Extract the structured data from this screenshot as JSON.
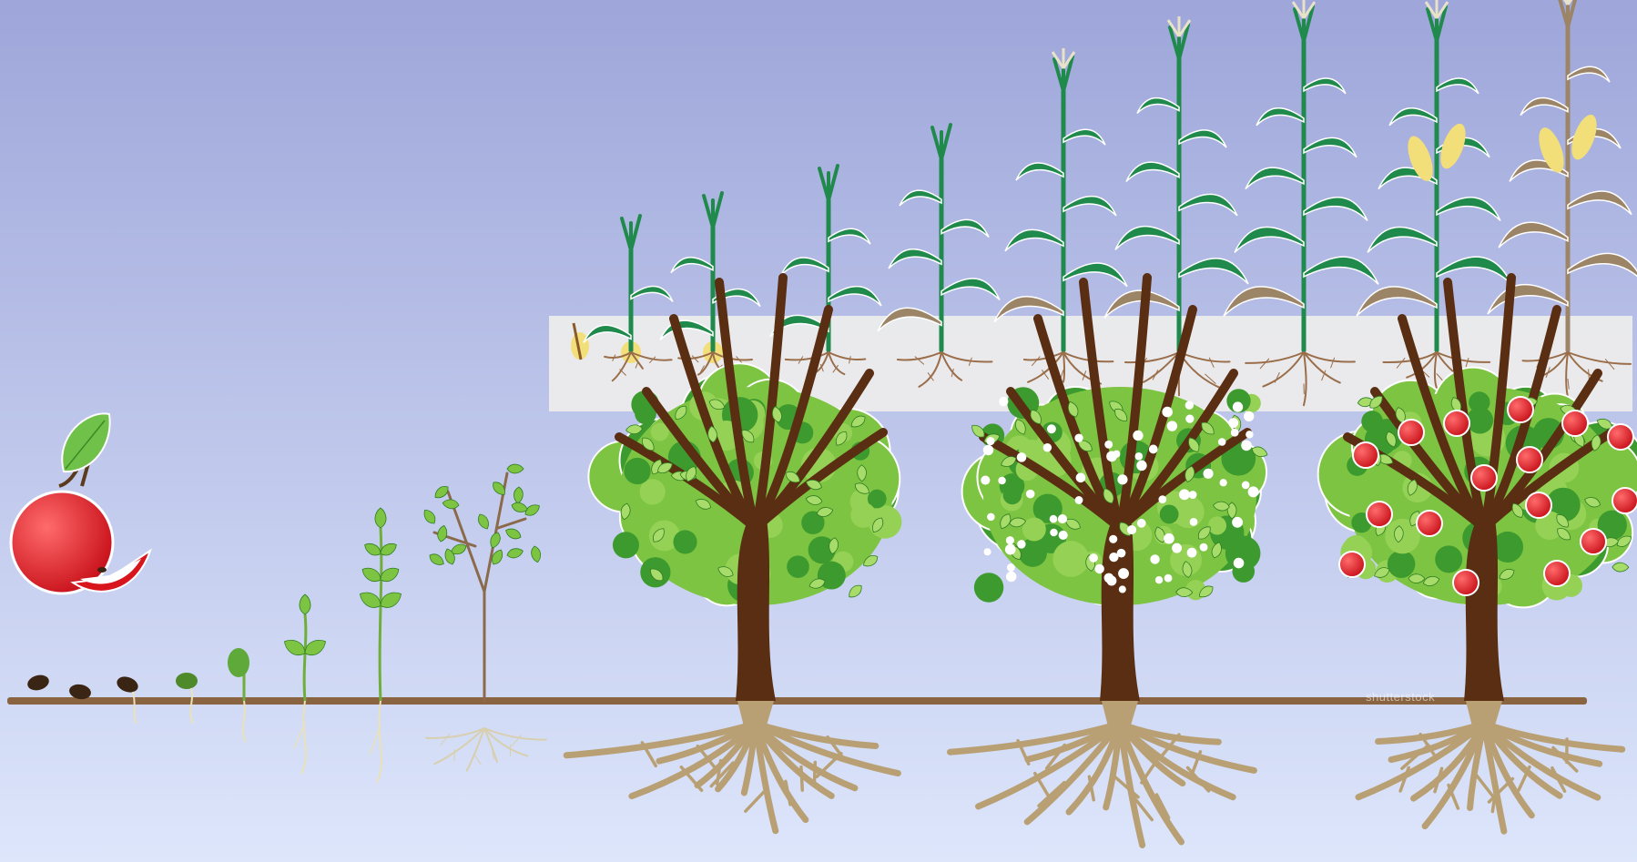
{
  "scene": {
    "title": "",
    "background": {
      "top": "#9ea6da",
      "bottom": "#dde6fb"
    },
    "soil_line_color": "#8a6441",
    "soil_band_color": "#ececec"
  },
  "colors": {
    "apple_red": "#e8232b",
    "leaf_green": "#7cc441",
    "leaf_dark": "#3d9a2e",
    "trunk_brown": "#5a2e12",
    "root_tan": "#b8a074",
    "corn_green": "#1f8a4c",
    "corn_dry": "#9c8466",
    "corn_cob": "#f2df7a",
    "blossom": "#ffffff"
  },
  "apple_stages": [
    {
      "id": "fruit",
      "icon": "apple-fruit-icon"
    },
    {
      "id": "seed-1",
      "icon": "seed-icon"
    },
    {
      "id": "seed-2",
      "icon": "seed-icon"
    },
    {
      "id": "seed-sprouting",
      "icon": "sprouting-seed-icon"
    },
    {
      "id": "germinating",
      "icon": "germinating-seed-icon"
    },
    {
      "id": "cotyledon",
      "icon": "cotyledon-sprout-icon"
    },
    {
      "id": "seedling",
      "icon": "seedling-icon"
    },
    {
      "id": "sapling",
      "icon": "sapling-icon"
    },
    {
      "id": "young-tree",
      "icon": "young-tree-icon"
    },
    {
      "id": "flowering-tree",
      "icon": "flowering-tree-icon"
    },
    {
      "id": "fruiting-tree",
      "icon": "fruiting-tree-icon"
    }
  ],
  "corn_stages": [
    {
      "id": "corn-seed",
      "icon": "corn-seed-icon"
    },
    {
      "id": "corn-shoot",
      "icon": "corn-shoot-icon"
    },
    {
      "id": "corn-seedling",
      "icon": "corn-seedling-icon"
    },
    {
      "id": "corn-v3",
      "icon": "corn-plant-icon"
    },
    {
      "id": "corn-v5",
      "icon": "corn-plant-icon"
    },
    {
      "id": "corn-tassel",
      "icon": "corn-tassel-icon"
    },
    {
      "id": "corn-mature-1",
      "icon": "corn-mature-icon"
    },
    {
      "id": "corn-mature-2",
      "icon": "corn-mature-icon"
    },
    {
      "id": "corn-cob",
      "icon": "corn-cob-icon"
    },
    {
      "id": "corn-dry",
      "icon": "corn-dry-icon"
    }
  ],
  "watermark": "shutterstock"
}
